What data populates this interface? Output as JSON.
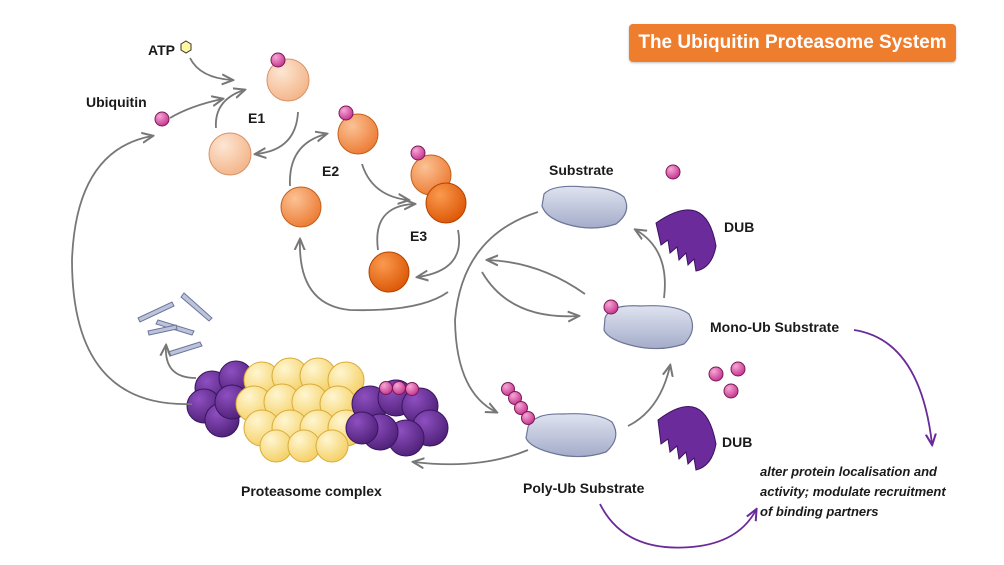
{
  "title": "The Ubiquitin Proteasome System",
  "labels": {
    "atp": "ATP",
    "ubiquitin": "Ubiquitin",
    "e1": "E1",
    "e2": "E2",
    "e3": "E3",
    "substrate": "Substrate",
    "dub_top": "DUB",
    "dub_bottom": "DUB",
    "mono_ub": "Mono-Ub Substrate",
    "poly_ub": "Poly-Ub Substrate",
    "proteasome": "Proteasome complex"
  },
  "note_lines": [
    "alter protein localisation and",
    "activity; modulate recruitment",
    "of binding partners"
  ],
  "colors": {
    "title_bg": "#ee7d2e",
    "ubiquitin": "#d44aa0",
    "e1": "#f8c9a8",
    "e2": "#f5934f",
    "e3": "#f06d12",
    "substrate": "#bcc3dd",
    "dub": "#6c2b9a",
    "proteasome_core": "#fbe08a",
    "proteasome_cap": "#5f2a8c",
    "arrow": "#777777",
    "purple_arrow": "#6a2a9a"
  }
}
